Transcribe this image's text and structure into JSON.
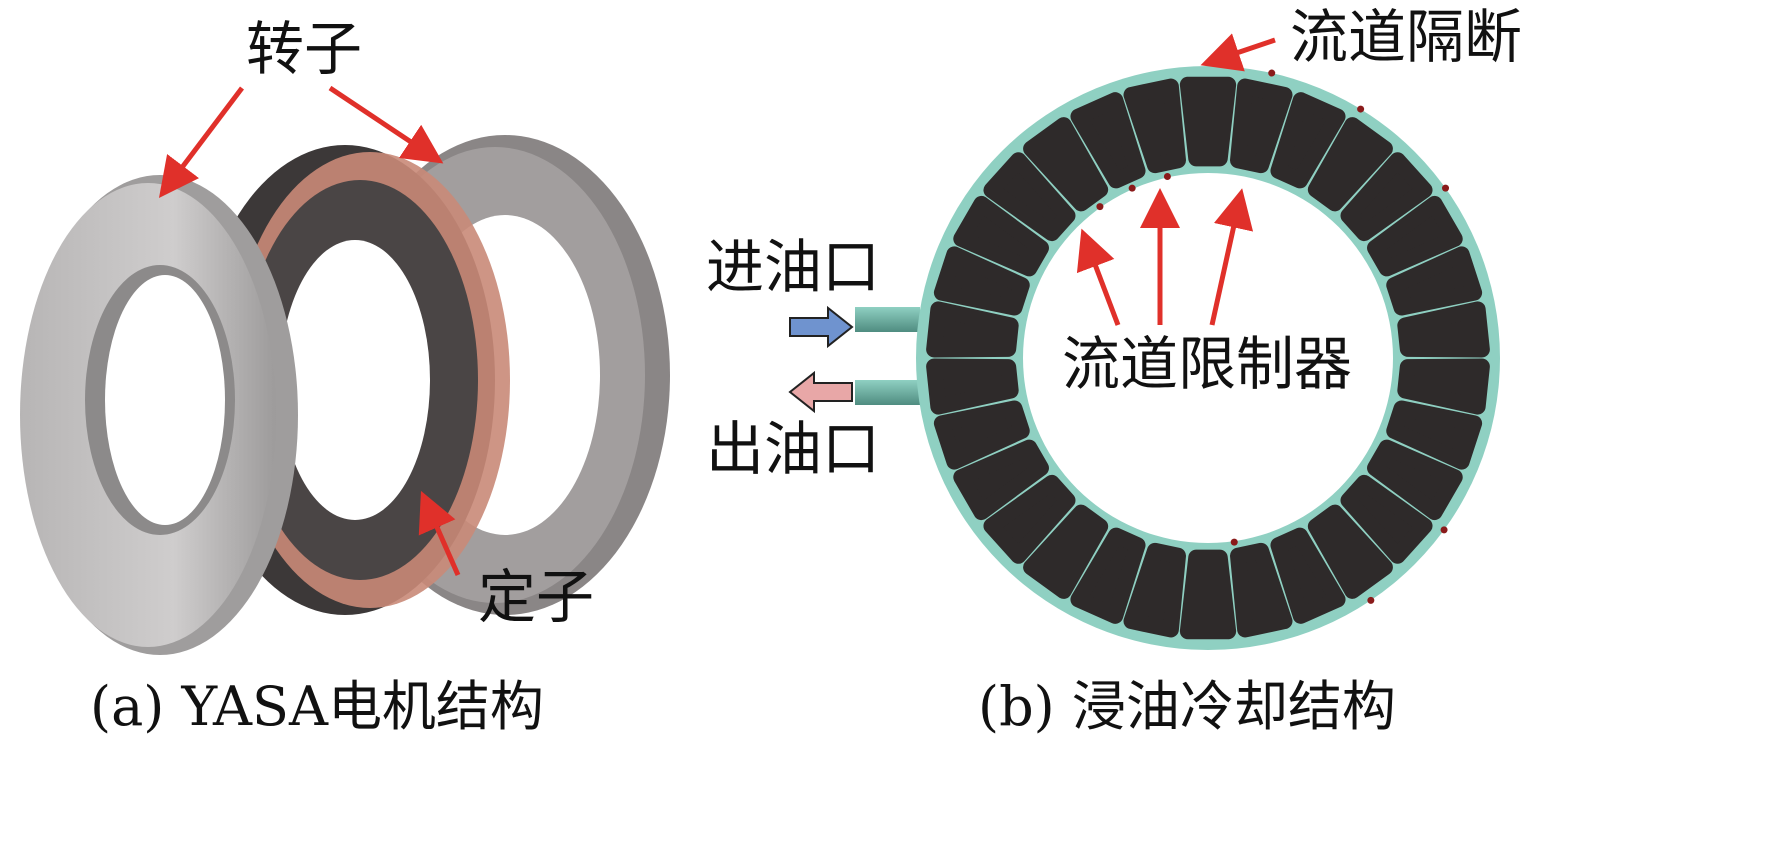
{
  "panel_a": {
    "caption": "(a) YASA电机结构",
    "labels": {
      "rotor": "转子",
      "stator": "定子"
    }
  },
  "panel_b": {
    "caption": "(b) 浸油冷却结构",
    "labels": {
      "channel_barrier": "流道隔断",
      "oil_inlet": "进油口",
      "oil_outlet": "出油口",
      "channel_limiter": "流道限制器"
    },
    "slot_count": 30
  },
  "colors": {
    "arrow_red": "#e0302a",
    "ring_teal": "#8fd0c2",
    "slot_dark": "#2e2a2a",
    "copper": "#c98a78",
    "steel": "#c4c2c2",
    "inlet_blue": "#6f93cf",
    "outlet_pink": "#e8a7a7"
  }
}
